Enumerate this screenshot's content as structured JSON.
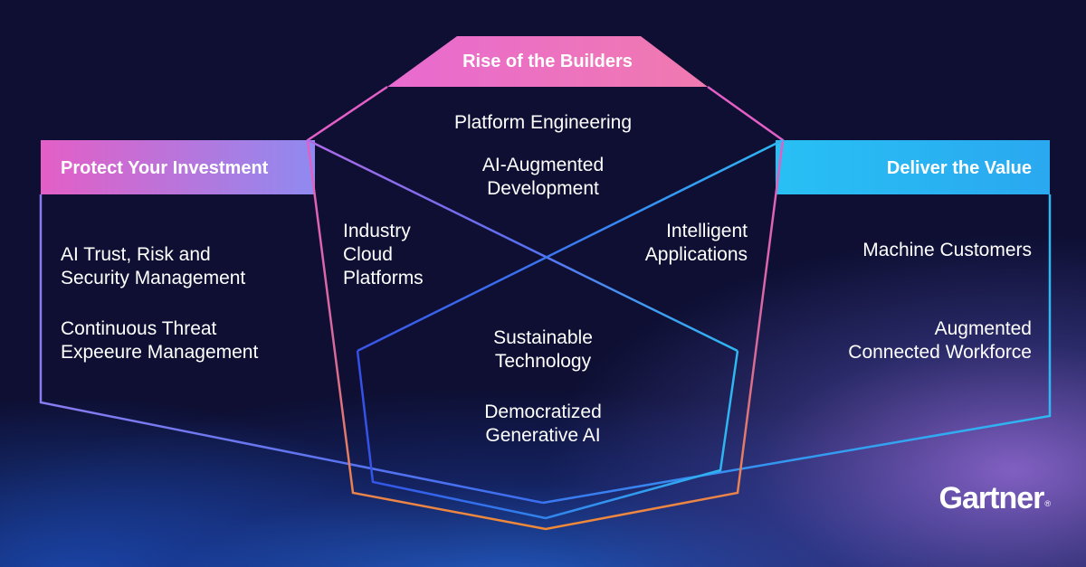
{
  "diagram": {
    "top_header": "Rise of the Builders",
    "left_header": "Protect Your Investment",
    "right_header": "Deliver the Value",
    "top_items": [
      "Platform Engineering",
      "AI-Augmented\nDevelopment"
    ],
    "left_middle_item": "Industry\nCloud\nPlatforms",
    "right_middle_item": "Intelligent\nApplications",
    "bottom_items": [
      "Sustainable\nTechnology",
      "Democratized\nGenerative AI"
    ],
    "left_items": [
      "AI Trust, Risk and\nSecurity Management",
      "Continuous Threat\nExpeeure Management"
    ],
    "right_items": [
      "Machine Customers",
      "Augmented\nConnected Workforce"
    ]
  },
  "brand": {
    "name": "Gartner",
    "mark": "®"
  },
  "colors": {
    "background": "#0e0f33",
    "pink": "#e35fc6",
    "violet": "#a06cf0",
    "blue": "#2f6cf0",
    "cyan": "#27b8f2",
    "orange": "#f08a36"
  }
}
